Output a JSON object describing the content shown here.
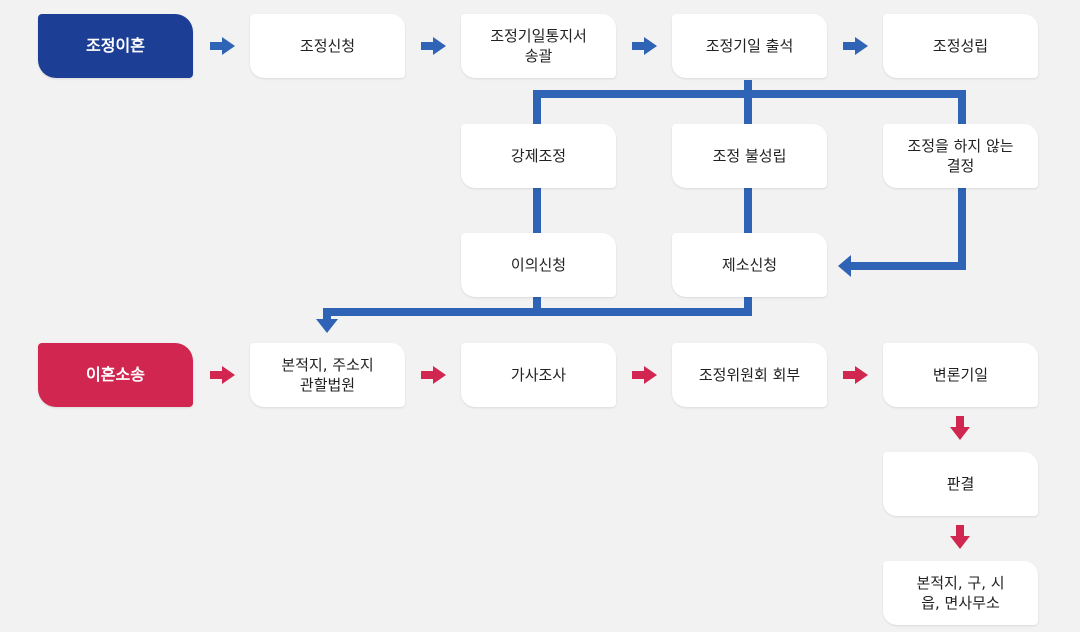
{
  "colors": {
    "blue": "#1c3f95",
    "blue_line": "#2f63b5",
    "red": "#d0264f"
  },
  "mediation": {
    "header": "조정이혼",
    "flow": [
      "조정신청",
      "조정기일통지서\n송괄",
      "조정기일 출석",
      "조정성립"
    ],
    "outcomes": [
      "강제조정",
      "조정 불성립",
      "조정을 하지 않는\n결정"
    ],
    "objection": "이의신청",
    "lawsuit_filing": "제소신청"
  },
  "litigation": {
    "header": "이혼소송",
    "flow": [
      "본적지, 주소지\n관할법원",
      "가사조사",
      "조정위원회 회부",
      "변론기일"
    ],
    "judgment": "판결",
    "final": "본적지, 구, 시\n읍, 면사무소"
  }
}
